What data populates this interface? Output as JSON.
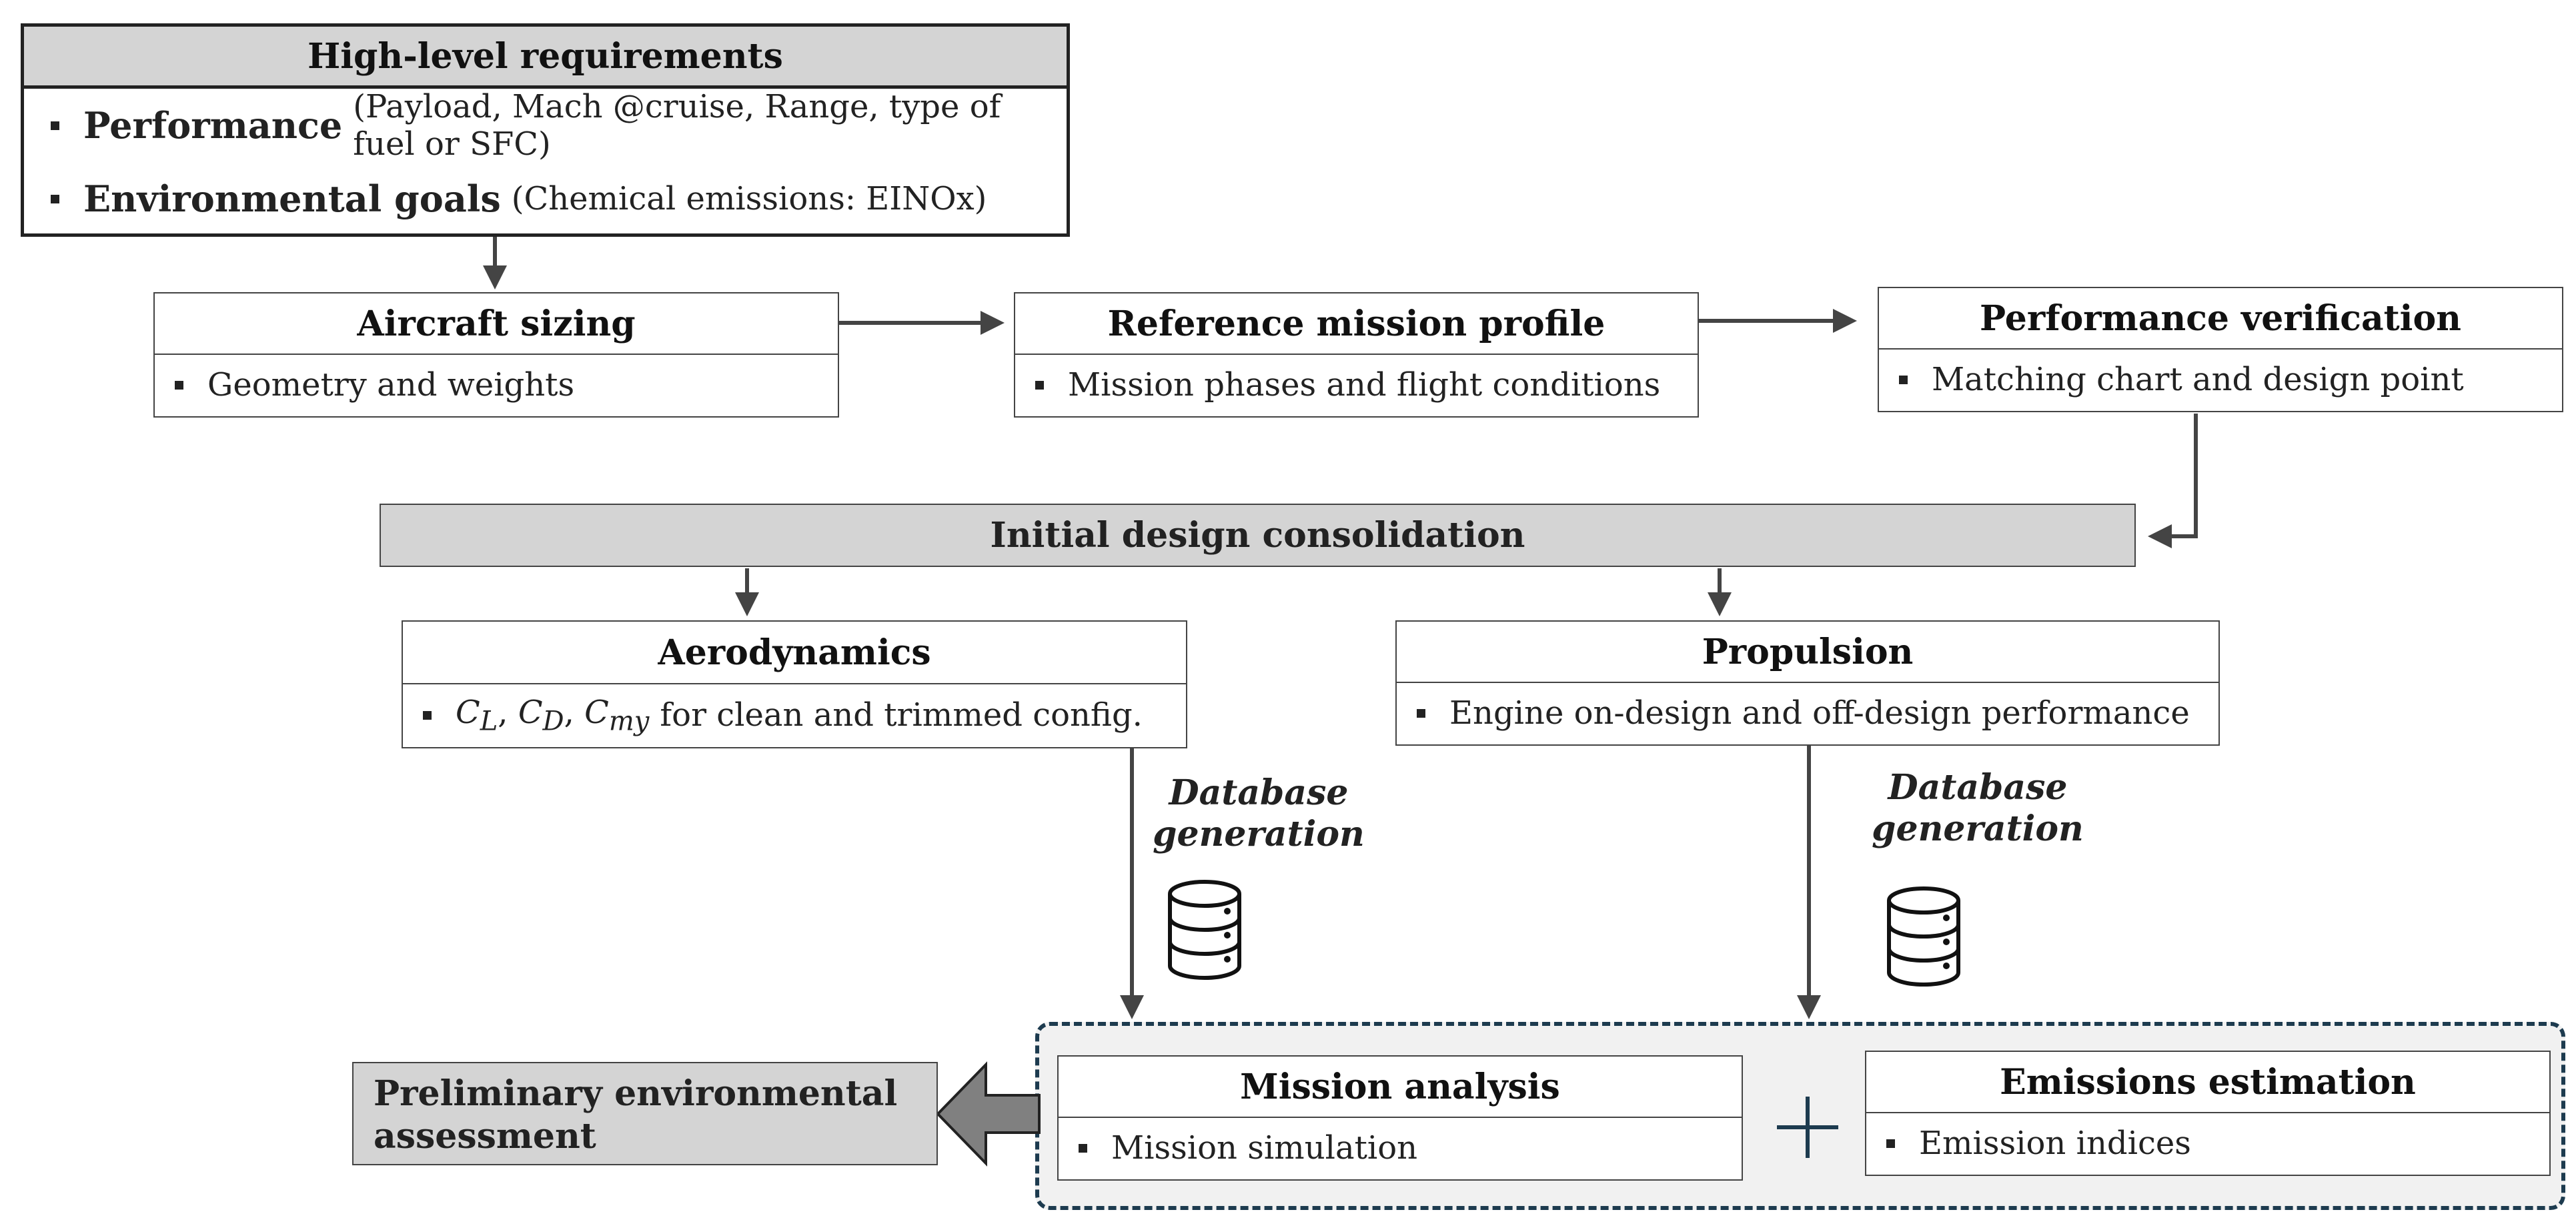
{
  "high_level": {
    "title": "High-level requirements",
    "performance_label": "Performance",
    "performance_detail": "(Payload, Mach @cruise, Range, type of fuel or SFC)",
    "environmental_label": "Environmental goals",
    "environmental_detail": "(Chemical emissions: EINOx)"
  },
  "aircraft_sizing": {
    "title": "Aircraft sizing",
    "item": "Geometry and weights"
  },
  "reference_mission": {
    "title": "Reference mission profile",
    "item": "Mission phases and flight conditions"
  },
  "performance_verification": {
    "title": "Performance verification",
    "item": "Matching chart and design point"
  },
  "initial_design": {
    "title": "Initial design consolidation"
  },
  "aerodynamics": {
    "title": "Aerodynamics",
    "cl": "C",
    "cl_sub": "L",
    "cd": "C",
    "cd_sub": "D",
    "cmy": "C",
    "cmy_sub": "my",
    "item_rest": "for clean and trimmed config."
  },
  "propulsion": {
    "title": "Propulsion",
    "item": "Engine on-design and off-design performance"
  },
  "database_left": {
    "line1": "Database",
    "line2": "generation"
  },
  "database_right": {
    "line1": "Database",
    "line2": "generation"
  },
  "mission_analysis": {
    "title": "Mission analysis",
    "item": "Mission simulation"
  },
  "emissions_estimation": {
    "title": "Emissions estimation",
    "item": "Emission indices"
  },
  "preliminary": {
    "line1": "Preliminary environmental",
    "line2": "assessment"
  },
  "colors": {
    "box_border": "#444444",
    "header_fill": "#d4d4d4",
    "dashed_border": "#1d3b4f",
    "dashed_fill": "#f1f1f1"
  },
  "icons": [
    "database-icon",
    "plus-icon",
    "block-arrow-left-icon"
  ]
}
